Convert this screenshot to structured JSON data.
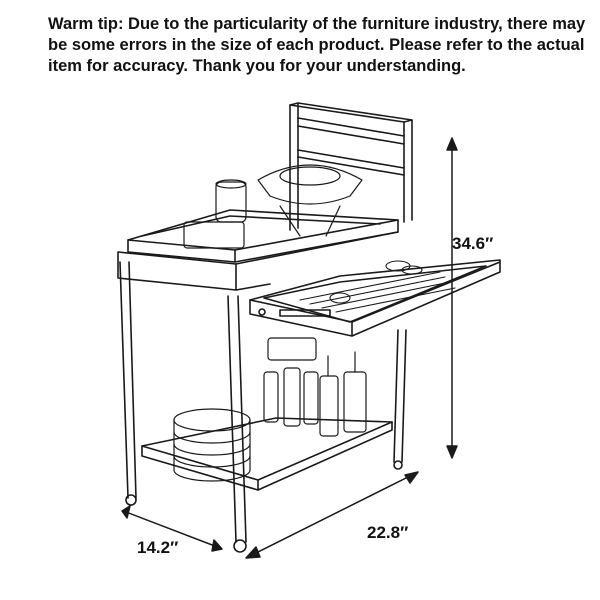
{
  "tip": "Warm tip: Due to the particularity of the furniture industry, there may be some errors in the size of each product. Please refer to the actual item for accuracy. Thank you for your understanding.",
  "dimensions": {
    "height": "34.6″",
    "depth": "14.2″",
    "width": "22.8″"
  }
}
